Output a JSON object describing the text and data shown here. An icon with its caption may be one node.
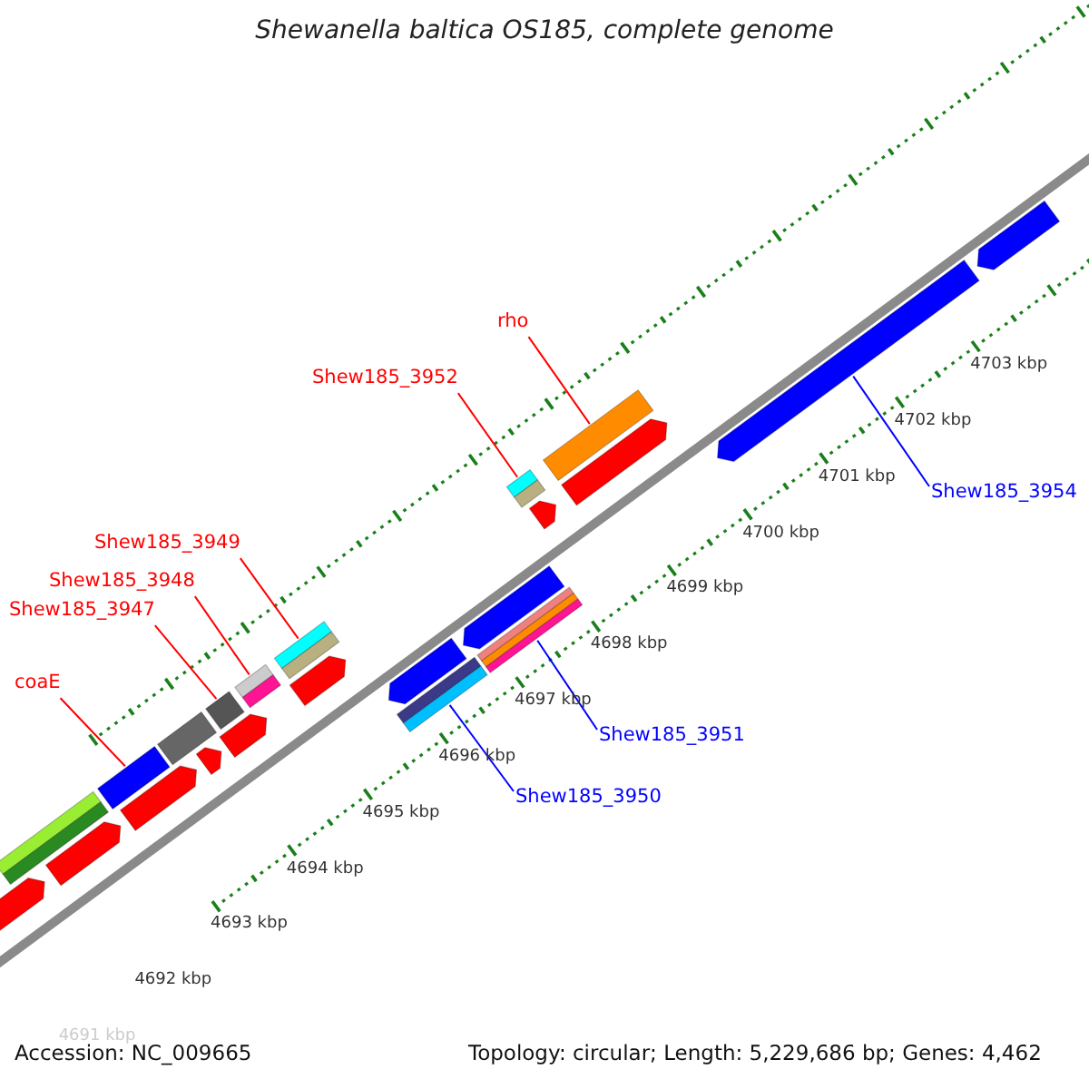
{
  "diagram": {
    "title": "Shewanella baltica OS185, complete genome",
    "nodes": [
      {
        "text": [
          "rho"
        ]
      },
      {
        "text": [
          "Shew185_3952"
        ]
      },
      {
        "text": [
          "Shew185_3954"
        ]
      },
      {
        "text": [
          "Shew185_3949"
        ]
      },
      {
        "text": [
          "Shew185_3948"
        ]
      },
      {
        "text": [
          "Shew185_3947"
        ]
      },
      {
        "text": [
          "coaE"
        ]
      },
      {
        "text": [
          "Shew185_3951"
        ]
      },
      {
        "text": [
          "Shew185_3950"
        ]
      },
      {
        "text": [],
        "shape": "bar"
      },
      {
        "text": [],
        "shape": "bar"
      },
      {
        "text": [],
        "shape": "bar"
      },
      {
        "text": [],
        "shape": "bar"
      },
      {
        "text": [],
        "shape": "bar"
      },
      {
        "text": [],
        "shape": "bar"
      },
      {
        "text": [],
        "shape": "bar"
      },
      {
        "text": [],
        "shape": "bar"
      },
      {
        "text": [],
        "shape": "bar"
      },
      {
        "text": [],
        "shape": "bar"
      },
      {
        "text": [],
        "shape": "bar"
      },
      {
        "text": [],
        "shape": "bar"
      },
      {
        "text": [],
        "shape": "bar"
      },
      {
        "text": [],
        "shape": "bar"
      },
      {
        "text": [],
        "shape": "bar"
      },
      {
        "text": [],
        "shape": "bar"
      },
      {
        "text": [],
        "shape": "bar"
      },
      {
        "text": [],
        "shape": "bar"
      },
      {
        "text": [],
        "shape": "bar"
      },
      {
        "text": [],
        "shape": "bar"
      },
      {
        "text": [],
        "shape": "bar"
      },
      {
        "text": [],
        "shape": "bar"
      }
    ],
    "edges": [
      {
        "from": 0,
        "to": 27,
        "arrow": "none"
      },
      {
        "from": 1,
        "to": 25,
        "arrow": "none"
      },
      {
        "from": 2,
        "to": 29,
        "arrow": "none",
        "color": "#0000ff"
      },
      {
        "from": 3,
        "to": 20,
        "arrow": "none"
      },
      {
        "from": 4,
        "to": 18,
        "arrow": "none"
      },
      {
        "from": 5,
        "to": 17,
        "arrow": "none"
      },
      {
        "from": 6,
        "to": 12,
        "arrow": "none"
      },
      {
        "from": 7,
        "to": 24,
        "arrow": "none",
        "color": "#0000ff"
      },
      {
        "from": 8,
        "to": 21,
        "arrow": "none",
        "color": "#0000ff"
      }
    ],
    "labels": [
      "4703 kbp",
      "4702 kbp",
      "4701 kbp",
      "4700 kbp",
      "4699 kbp",
      "4698 kbp",
      "4697 kbp",
      "4696 kbp",
      "4695 kbp",
      "4694 kbp",
      "4693 kbp",
      "4692 kbp",
      "4691 kbp",
      "Accession: NC_009665",
      "Topology: circular; Length: 5,229,686 bp; Genes: 4,462"
    ]
  }
}
